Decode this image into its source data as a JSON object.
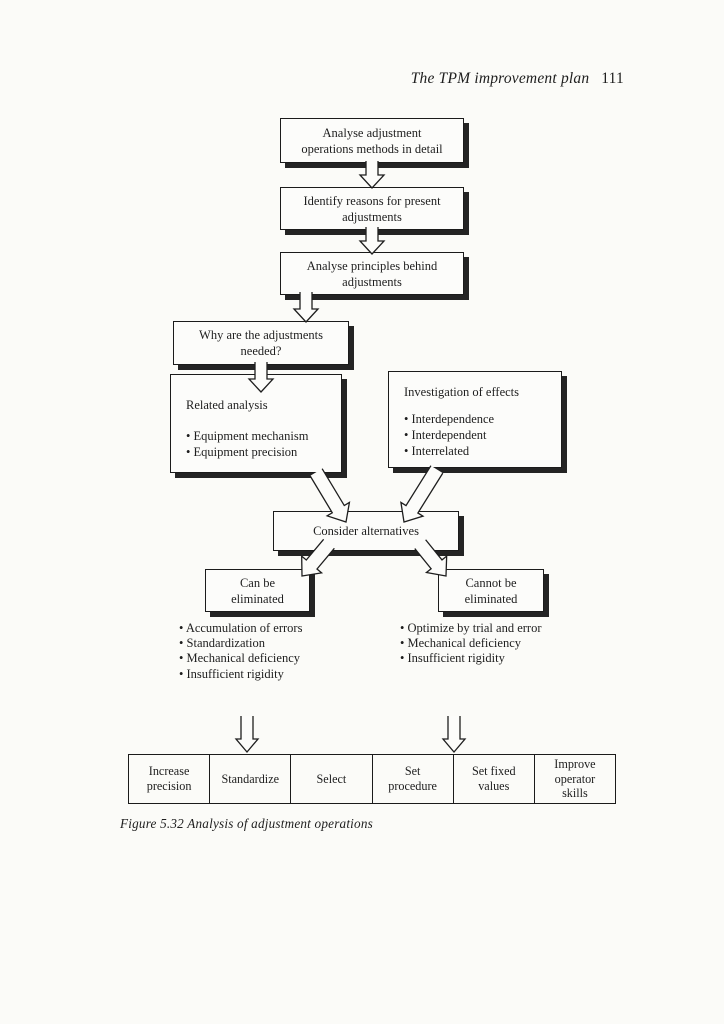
{
  "header": {
    "title": "The TPM improvement plan",
    "page_number": "111"
  },
  "flowchart": {
    "step1": "Analyse adjustment\noperations methods in detail",
    "step2": "Identify reasons for present\nadjustments",
    "step3": "Analyse principles behind\nadjustments",
    "step4": "Why are the adjustments\nneeded?",
    "related": {
      "title": "Related analysis",
      "bullets": [
        "Equipment mechanism",
        "Equipment precision"
      ]
    },
    "investigation": {
      "title": "Investigation of effects",
      "bullets": [
        "Interdependence",
        "Interdependent",
        "Interrelated"
      ]
    },
    "consider": "Consider alternatives",
    "can_be": "Can be\neliminated",
    "cannot_be": "Cannot be\neliminated",
    "can_notes": [
      "Accumulation of errors",
      "Standardization",
      "Mechanical deficiency",
      "Insufficient rigidity"
    ],
    "cannot_notes": [
      "Optimize by trial and error",
      "Mechanical deficiency",
      "Insufficient rigidity"
    ],
    "actions": [
      "Increase\nprecision",
      "Standardize",
      "Select",
      "Set\nprocedure",
      "Set fixed\nvalues",
      "Improve\noperator\nskills"
    ]
  },
  "caption": "Figure 5.32 Analysis of adjustment operations",
  "colors": {
    "ink": "#1e1e1e",
    "paper": "#fbfbf8",
    "shadow": "#242424"
  }
}
